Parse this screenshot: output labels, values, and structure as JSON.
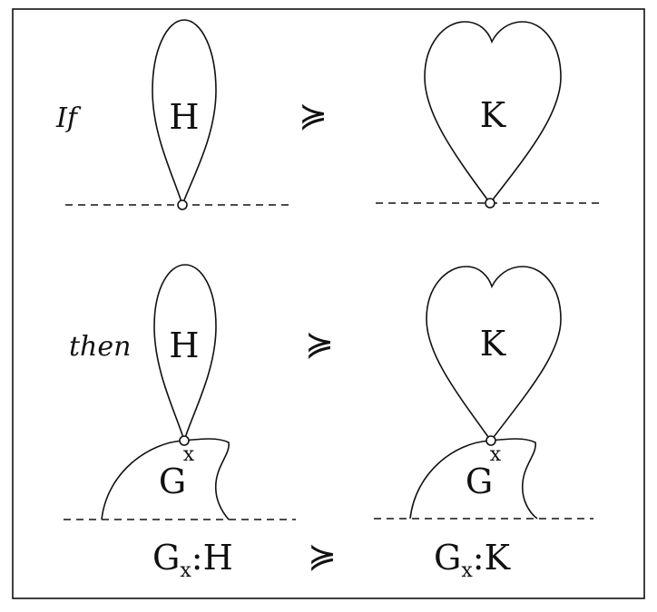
{
  "words": {
    "if": "If",
    "then": "then"
  },
  "labels": {
    "H": "H",
    "K": "K",
    "G": "G",
    "x": "x"
  },
  "relation": "≽",
  "bottom": {
    "left": "G",
    "left_sub": "x",
    "left_suffix": ":H",
    "right": "G",
    "right_sub": "x",
    "right_suffix": ":K"
  }
}
